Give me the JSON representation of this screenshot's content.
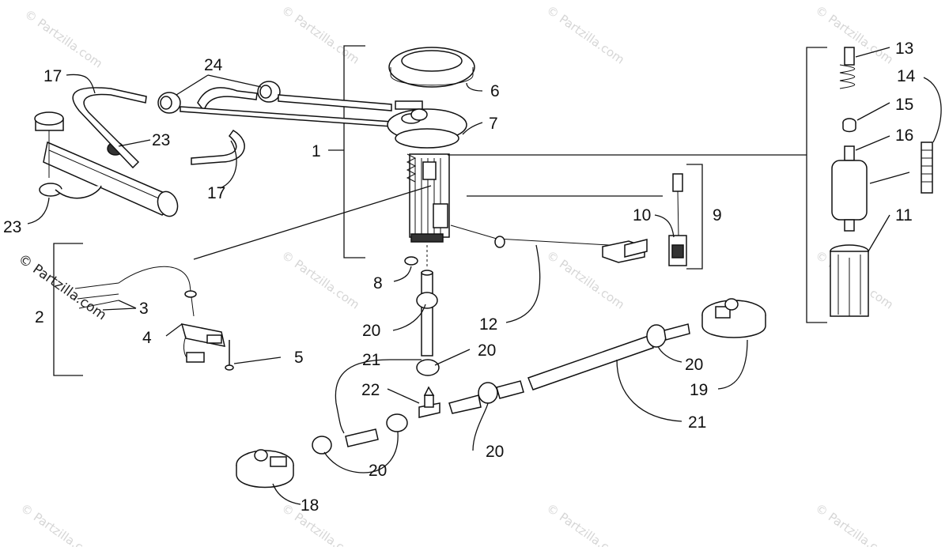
{
  "watermark": {
    "text": "© Partzilla.com",
    "side_text": "© Partzilla.com"
  },
  "callouts": {
    "c1": "1",
    "c2": "2",
    "c3": "3",
    "c4": "4",
    "c5": "5",
    "c6": "6",
    "c7": "7",
    "c8": "8",
    "c9": "9",
    "c10": "10",
    "c11": "11",
    "c12": "12",
    "c13": "13",
    "c14": "14",
    "c15": "15",
    "c16": "16",
    "c17a": "17",
    "c17b": "17",
    "c18": "18",
    "c19": "19",
    "c20a": "20",
    "c20b": "20",
    "c20c": "20",
    "c20d": "20",
    "c20e": "20",
    "c21a": "21",
    "c21b": "21",
    "c22": "22",
    "c23a": "23",
    "c23b": "23",
    "c24": "24"
  },
  "colors": {
    "line": "#111111",
    "watermark": "#d6d6d6"
  }
}
